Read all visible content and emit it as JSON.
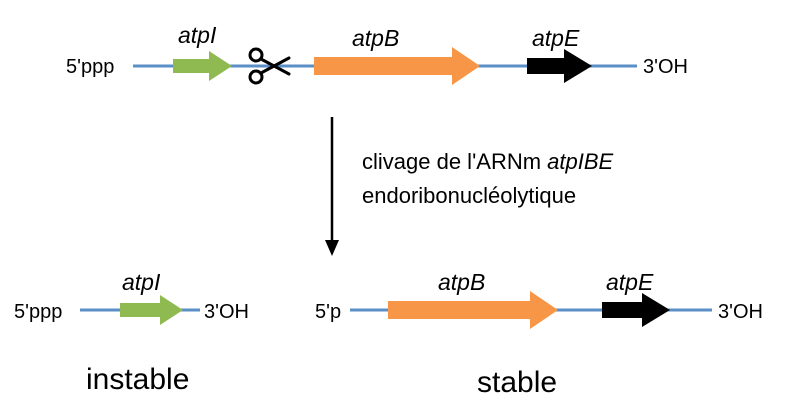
{
  "colors": {
    "rna_line": "#5b8fc7",
    "atpI": "#8fba52",
    "atpB": "#f79646",
    "atpE": "#000000",
    "arrow": "#000000"
  },
  "top": {
    "five_prime": "5'ppp",
    "three_prime": "3'OH",
    "genes": {
      "atpI": "atpI",
      "atpB": "atpB",
      "atpE": "atpE"
    },
    "cut_icon": "scissors-icon"
  },
  "process": {
    "line1_prefix": "clivage de l'ARNm ",
    "line1_italic": "atpIBE",
    "line2": "endoribonucléolytique"
  },
  "bottom_left": {
    "five_prime": "5'ppp",
    "three_prime": "3'OH",
    "gene": "atpI",
    "status": "instable"
  },
  "bottom_right": {
    "five_prime": "5'p",
    "three_prime": "3'OH",
    "genes": {
      "atpB": "atpB",
      "atpE": "atpE"
    },
    "status": "stable"
  }
}
